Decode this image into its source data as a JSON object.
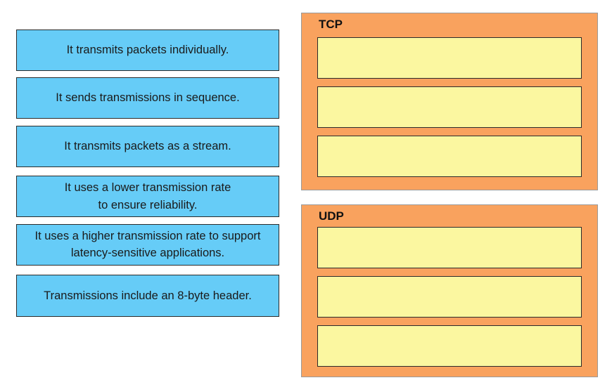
{
  "items": [
    {
      "label": "It transmits packets individually."
    },
    {
      "label": "It sends transmissions in sequence."
    },
    {
      "label": "It transmits packets as a stream."
    },
    {
      "label": "It uses a lower transmission rate to ensure reliability."
    },
    {
      "label": "It uses a higher transmission rate to support latency-sensitive applications."
    },
    {
      "label": "Transmissions include an 8-byte header."
    }
  ],
  "targets": [
    {
      "title": "TCP",
      "slots": 3
    },
    {
      "title": "UDP",
      "slots": 3
    }
  ],
  "colors": {
    "item_bg": "#66ccf7",
    "panel_bg": "#f9a25e",
    "slot_bg": "#fbf7a0",
    "border": "#2b2b2b"
  }
}
